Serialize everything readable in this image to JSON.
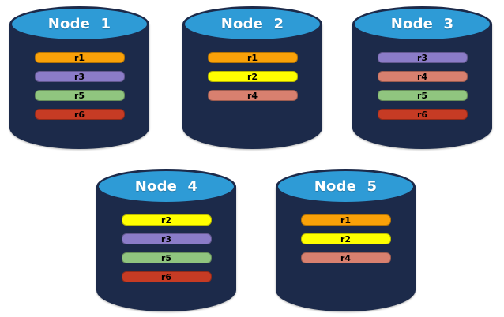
{
  "diagram": {
    "background_color": "#FFFFFF",
    "node_body_color": "#1C2A4A",
    "node_top_color": "#2E9BD6",
    "title_color": "#FFFFFF",
    "replica_text_color": "#000000",
    "replica_colors": {
      "r1": "#F9A109",
      "r2": "#FFFF00",
      "r3": "#8B7CC8",
      "r4": "#D8806F",
      "r5": "#90C57F",
      "r6": "#C63B24"
    },
    "nodes": [
      {
        "label": "Node 1",
        "replicas": [
          "r1",
          "r3",
          "r5",
          "r6"
        ]
      },
      {
        "label": "Node 2",
        "replicas": [
          "r1",
          "r2",
          "r4"
        ]
      },
      {
        "label": "Node 3",
        "replicas": [
          "r3",
          "r4",
          "r5",
          "r6"
        ]
      },
      {
        "label": "Node 4",
        "replicas": [
          "r2",
          "r3",
          "r5",
          "r6"
        ]
      },
      {
        "label": "Node 5",
        "replicas": [
          "r1",
          "r2",
          "r4"
        ]
      }
    ]
  }
}
